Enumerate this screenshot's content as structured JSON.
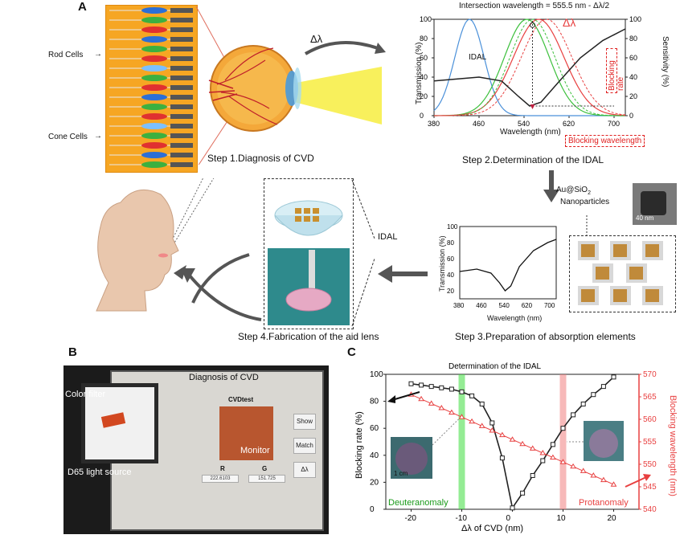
{
  "panels": {
    "a": "A",
    "b": "B",
    "c": "C"
  },
  "eye": {
    "rod_cells": "Rod Cells",
    "cone_cells": "Cone Cells",
    "delta_lambda": "Δλ",
    "step1": "Step 1.Diagnosis of CVD"
  },
  "spectrum": {
    "intersection": "Intersection wavelength = 555.5 nm - Δλ/2",
    "delta_lambda": "Δλ",
    "idal": "IDAL",
    "blocking_rate": "Blocking rate",
    "blocking_wavelength": "Blocking wavelength",
    "ylabel_left": "Transmission (%)",
    "ylabel_right": "Sensitivity (%)",
    "xlabel": "Wavelength (nm)",
    "xticks": [
      "380",
      "460",
      "540",
      "620",
      "700"
    ],
    "yticks_left": [
      "0",
      "20",
      "40",
      "60",
      "80",
      "100"
    ],
    "yticks_right": [
      "0",
      "20",
      "40",
      "60",
      "80",
      "100"
    ],
    "step2": "Step 2.Determination of the IDAL",
    "colors": {
      "blue": "#4a90d9",
      "green": "#3cc03c",
      "red": "#e84040",
      "black": "#222222"
    }
  },
  "absorption": {
    "nanoparticles_l1": "Au@SiO",
    "nanoparticles_sub": "2",
    "nanoparticles_l2": "Nanoparticles",
    "scale": "40 nm",
    "ylabel": "Transmission (%)",
    "xlabel": "Wavelength (nm)",
    "xticks": [
      "380",
      "460",
      "540",
      "620",
      "700"
    ],
    "yticks": [
      "20",
      "40",
      "60",
      "80",
      "100"
    ],
    "step3": "Step 3.Preparation of absorption elements"
  },
  "lens": {
    "idal": "IDAL",
    "step4": "Step 4.Fabrication of the aid lens"
  },
  "b_panel": {
    "title": "Diagnosis of CVD",
    "color_filter": "Color filter",
    "light_source": "D65 light source",
    "monitor": "Monitor",
    "cvdtest": "CVDtest",
    "r_label": "R",
    "g_label": "G",
    "r_value": "222.6103",
    "g_value": "151.725",
    "show_btn": "Show",
    "match_btn": "Match",
    "dl_btn": "Δλ",
    "swatch_color": "#b8562f"
  },
  "chart_data": {
    "type": "line",
    "title": "Determination of the IDAL",
    "xlabel": "Δλ of CVD (nm)",
    "ylabel": "Blocking rate (%)",
    "ylabel_right": "Blocking wavelength (nm)",
    "xlim": [
      -25,
      25
    ],
    "ylim": [
      0,
      100
    ],
    "ylim_right": [
      540,
      570
    ],
    "xticks": [
      -20,
      -10,
      0,
      10,
      20
    ],
    "yticks": [
      0,
      20,
      40,
      60,
      80,
      100
    ],
    "yticks_right": [
      540,
      545,
      550,
      555,
      560,
      565,
      570
    ],
    "annotations": {
      "left": "Deuteranomaly",
      "right": "Protanomaly",
      "scale": "1 cm"
    },
    "series": [
      {
        "axis": "left",
        "color": "#222222",
        "x": [
          -20,
          -18,
          -16,
          -14,
          -12,
          -10,
          -8,
          -6,
          -4,
          -2,
          0,
          2,
          4,
          6,
          8,
          10,
          12,
          14,
          16,
          18,
          20
        ],
        "y": [
          93,
          92,
          91,
          90,
          89,
          87,
          84,
          78,
          64,
          38,
          1,
          12,
          25,
          36,
          48,
          60,
          70,
          78,
          85,
          91,
          98
        ]
      },
      {
        "axis": "right",
        "color": "#e84040",
        "x": [
          -20,
          -18,
          -16,
          -14,
          -12,
          -10,
          -8,
          -6,
          -4,
          -2,
          0,
          2,
          4,
          6,
          8,
          10,
          12,
          14,
          16,
          18,
          20
        ],
        "y": [
          565.5,
          564.5,
          563.5,
          562.5,
          561.5,
          560.5,
          559.5,
          558.5,
          557.5,
          556.5,
          555.5,
          554.5,
          553.5,
          552.5,
          551.5,
          550.5,
          549.5,
          548.5,
          547.5,
          546.5,
          545.5
        ]
      }
    ],
    "highlights": [
      {
        "x": -10,
        "color": "#3ddc3d"
      },
      {
        "x": 10,
        "color": "#f08080"
      }
    ]
  }
}
